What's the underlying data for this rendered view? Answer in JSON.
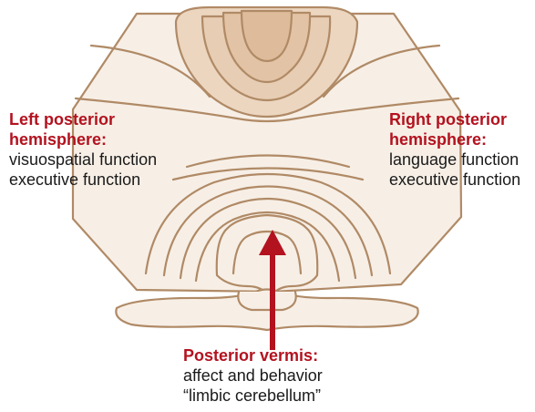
{
  "labels": {
    "left": {
      "heading_line1": "Left posterior",
      "heading_line2": "hemisphere:",
      "lines": [
        "visuospatial function",
        "executive function"
      ]
    },
    "right": {
      "heading_line1": "Right posterior",
      "heading_line2": "hemisphere:",
      "lines": [
        "language function",
        "executive function"
      ]
    },
    "bottom": {
      "heading": "Posterior vermis:",
      "lines": [
        "affect and behavior",
        "“limbic cerebellum”"
      ]
    }
  },
  "colors": {
    "outline": "#b08a66",
    "fill": "#f7efe6",
    "vermis_fill": "#ecd6c0",
    "vermis_dark": "#e2c3a5",
    "accent_red": "#b3121f"
  }
}
